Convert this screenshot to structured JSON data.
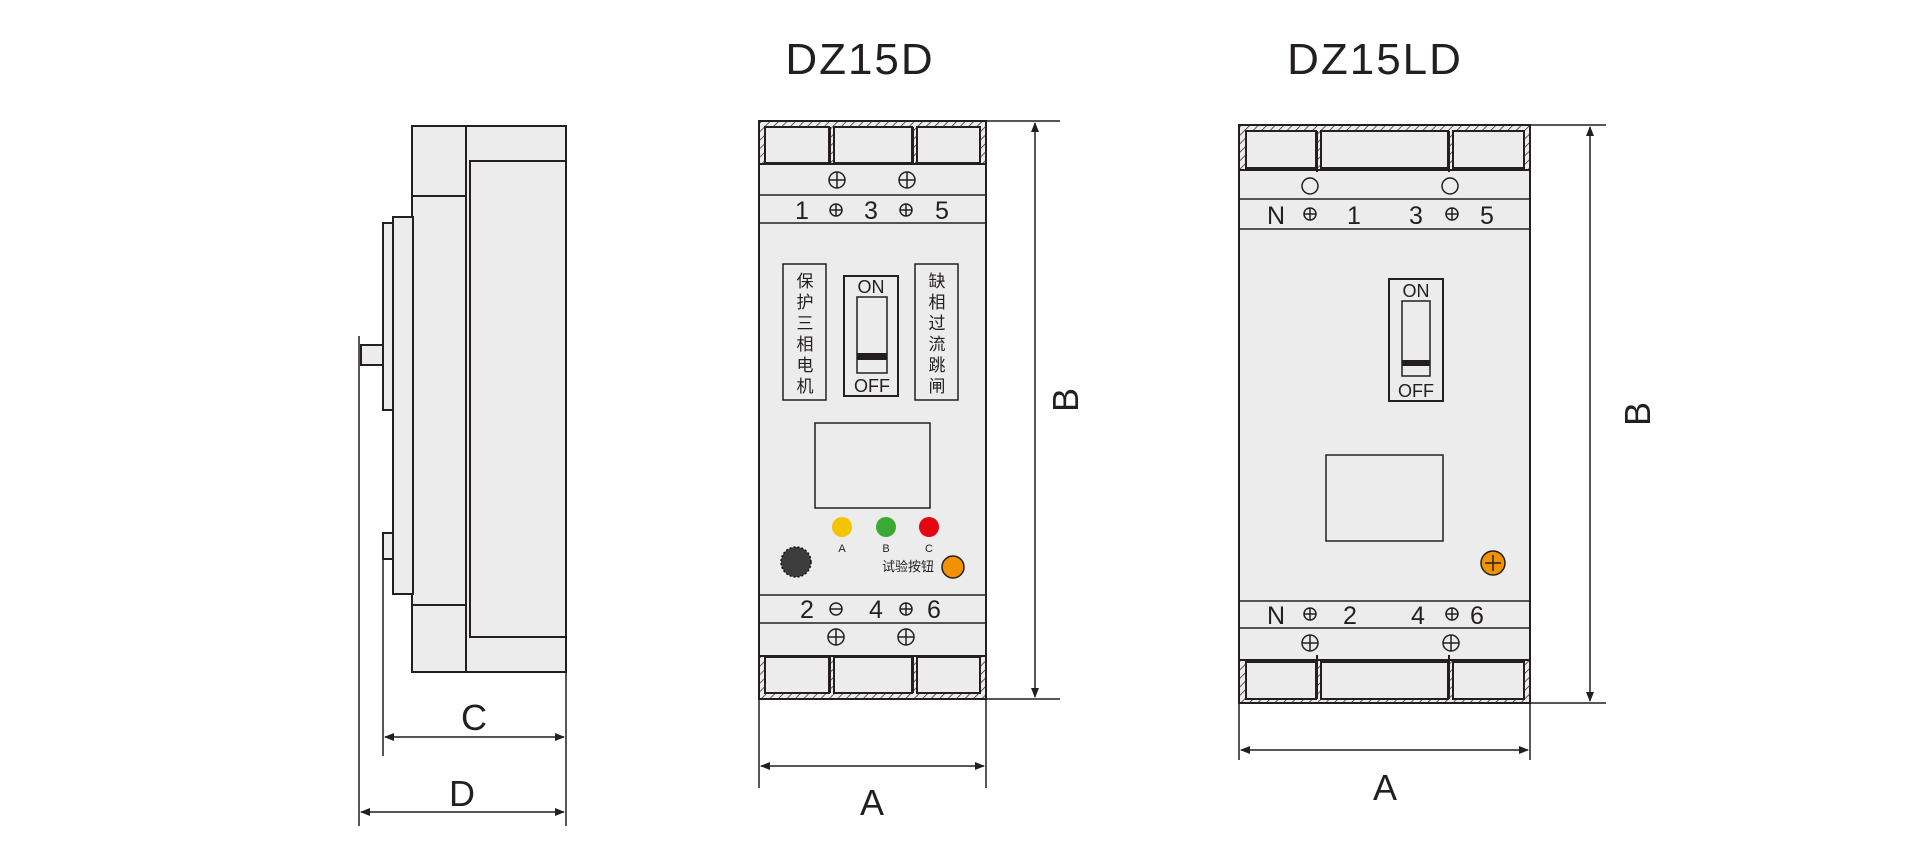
{
  "titles": {
    "left_model": "DZ15D",
    "right_model": "DZ15LD"
  },
  "dimensions": {
    "a_left": "A",
    "a_right": "A",
    "b_left": "B",
    "b_right": "B",
    "c": "C",
    "d": "D"
  },
  "dz15d": {
    "top_terminals": [
      "1",
      "3",
      "5"
    ],
    "bottom_terminals": [
      "2",
      "4",
      "6"
    ],
    "switch_on": "ON",
    "switch_off": "OFF",
    "label_left": [
      "保",
      "护",
      "三",
      "相",
      "电",
      "机"
    ],
    "label_right": [
      "缺",
      "相",
      "过",
      "流",
      "跳",
      "闸"
    ],
    "leds": [
      {
        "label": "A",
        "color": "#f5c400"
      },
      {
        "label": "B",
        "color": "#3aaa35"
      },
      {
        "label": "C",
        "color": "#e30613"
      }
    ],
    "test_button_label": "试验按钮",
    "test_button_color": "#f39200",
    "knob_color": "#3c3c3c"
  },
  "dz15ld": {
    "top_terminals": [
      "N",
      "1",
      "3",
      "5"
    ],
    "bottom_terminals": [
      "N",
      "2",
      "4",
      "6"
    ],
    "switch_on": "ON",
    "switch_off": "OFF",
    "test_button_color": "#f39200"
  },
  "colors": {
    "body_fill": "#ececec",
    "stroke": "#231f20"
  }
}
